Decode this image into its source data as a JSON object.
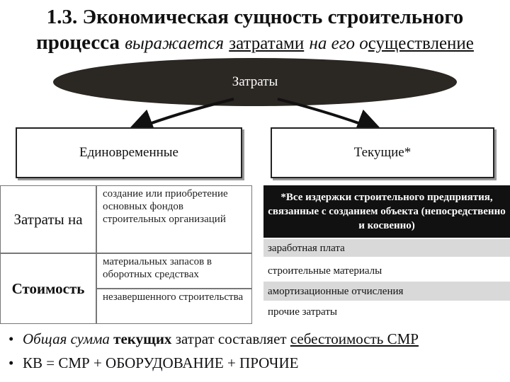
{
  "title": {
    "line1": "1.3. Экономическая сущность строительного",
    "line2_a": "процесса",
    "line2_b": "выражается",
    "line2_c": "затратами",
    "line2_d": "на его о",
    "line2_e": "существление"
  },
  "ellipse": {
    "label": "Затраты"
  },
  "boxes": {
    "left": "Единовременные",
    "right": "Текущие*"
  },
  "left_table": {
    "row1_head": "Затраты на",
    "row1_item": "создание или приобретение основных фондов строительных организаций",
    "row2_head": "Стоимость",
    "row2_item1": "материальных запасов в оборотных средствах",
    "row2_item2": "незавершенного строительства"
  },
  "right_panel": {
    "header": "*Все издержки строительного предприятия, связанные с созданием объекта (непосредственно и косвенно)",
    "items": [
      "заработная плата",
      "строительные материалы",
      "амортизационные отчисления",
      "прочие затраты"
    ]
  },
  "bullets": {
    "b1_a": "Общая сумма",
    "b1_b": "текущих",
    "b1_c": "затрат составляет",
    "b1_d": "себестоимость СМР",
    "b2": "КВ = СМР + ОБОРУДОВАНИЕ + ПРОЧИЕ",
    "marker": "•"
  },
  "colors": {
    "ellipse": "#2b2723",
    "header_bg": "#111111",
    "shade": "#d9d9d9"
  }
}
